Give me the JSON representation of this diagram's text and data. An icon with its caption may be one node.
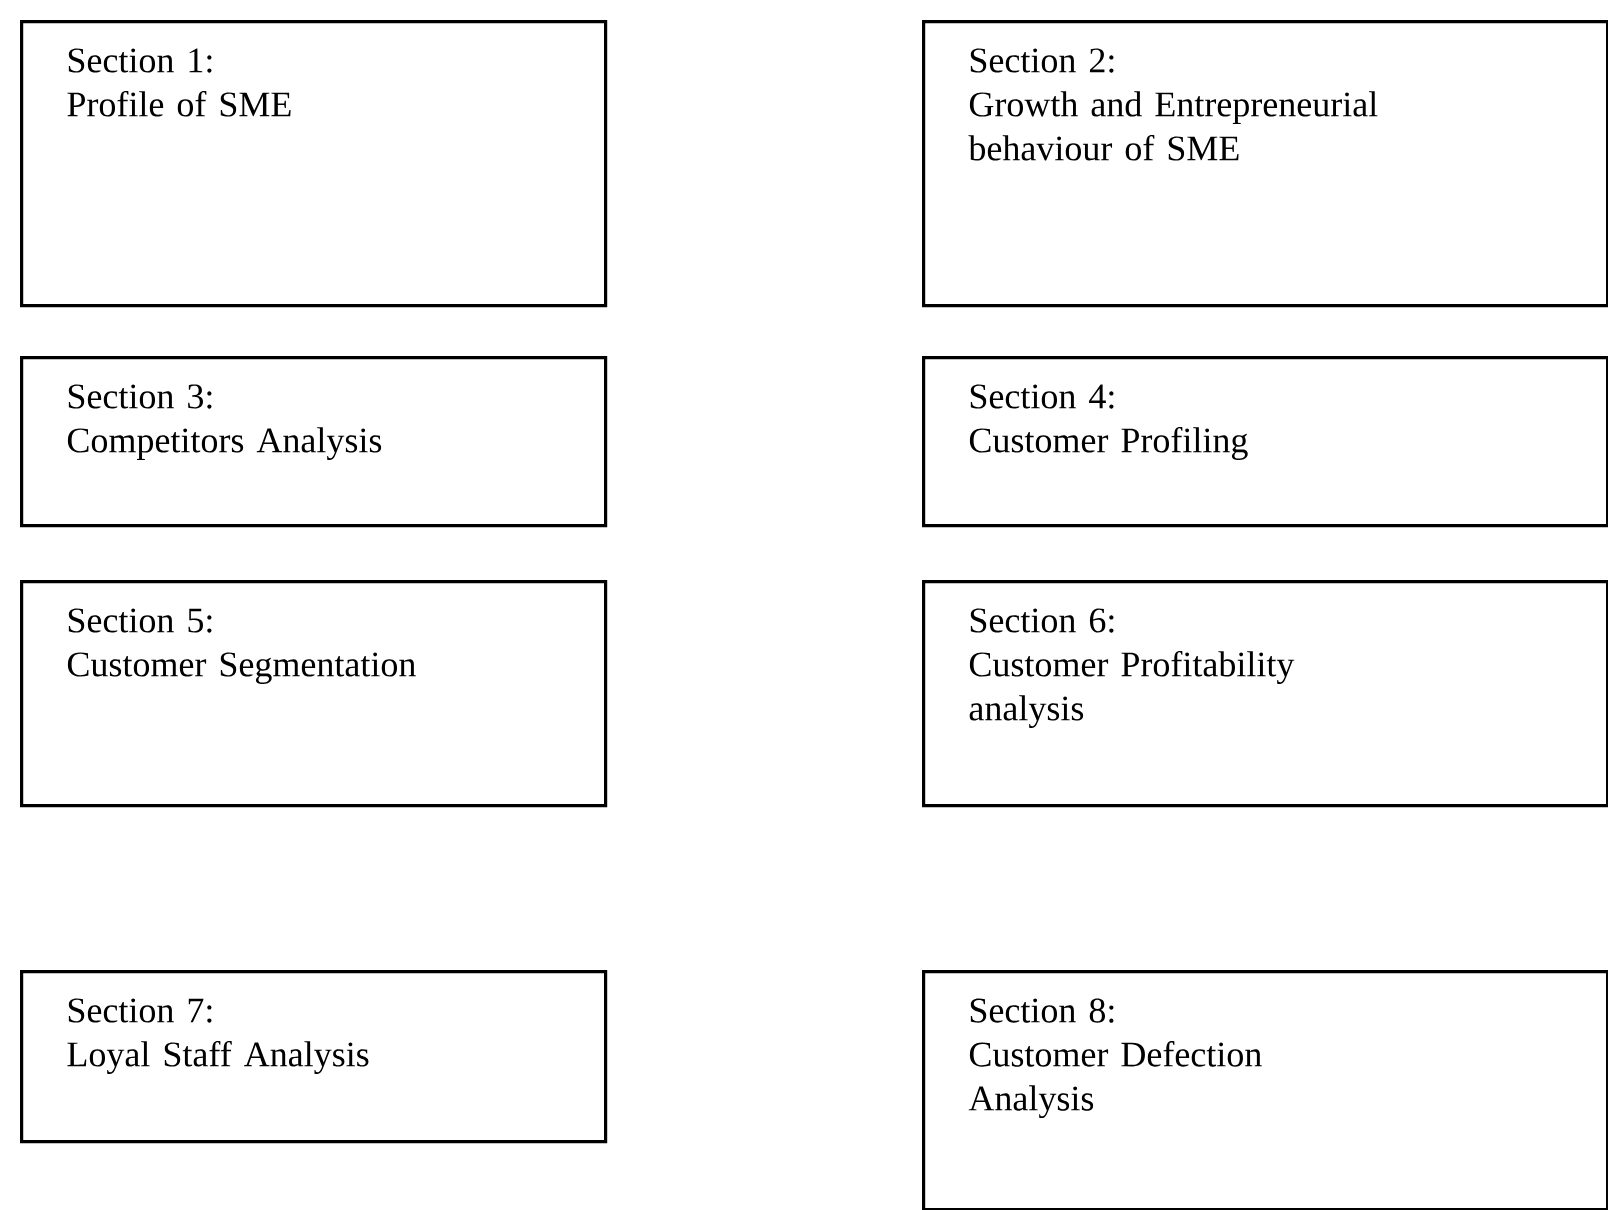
{
  "diagram": {
    "nodes": [
      {
        "text": [
          "Section 1:",
          "Profile of SME"
        ]
      },
      {
        "text": [
          "Section 2:",
          "Growth and Entrepreneurial behaviour of SME"
        ]
      },
      {
        "text": [
          "Section 3:",
          "Competitors Analysis"
        ]
      },
      {
        "text": [
          "Section 4:",
          "Customer Profiling"
        ]
      },
      {
        "text": [
          "Section 5:",
          "Customer Segmentation"
        ]
      },
      {
        "text": [
          "Section 6:",
          "Customer Profitability analysis"
        ]
      },
      {
        "text": [
          "Section 7:",
          "Loyal Staff Analysis"
        ]
      },
      {
        "text": [
          "Section 8:",
          "Customer Defection Analysis"
        ]
      }
    ]
  }
}
